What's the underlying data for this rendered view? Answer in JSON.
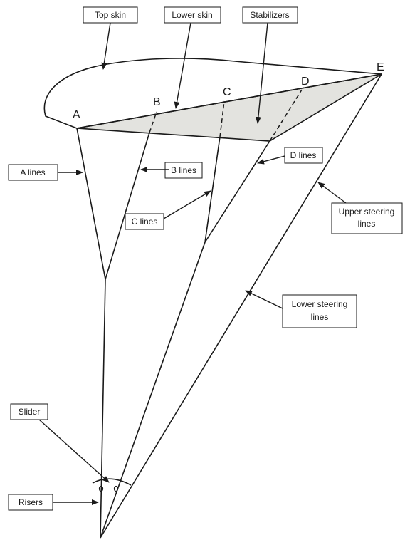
{
  "points": {
    "a": "A",
    "b": "B",
    "c": "C",
    "d": "D",
    "e": "E"
  },
  "callouts": {
    "top_skin": "Top skin",
    "lower_skin": "Lower skin",
    "stabilizers": "Stabilizers",
    "a_lines": "A lines",
    "b_lines": "B lines",
    "c_lines": "C lines",
    "d_lines": "D lines",
    "upper_steering_1": "Upper steering",
    "upper_steering_2": "lines",
    "lower_steering_1": "Lower steering",
    "lower_steering_2": "lines",
    "slider": "Slider",
    "risers": "Risers"
  },
  "colors": {
    "stroke": "#1a1a1a",
    "stabilizer_fill": "#e3e3df",
    "background": "#ffffff"
  }
}
